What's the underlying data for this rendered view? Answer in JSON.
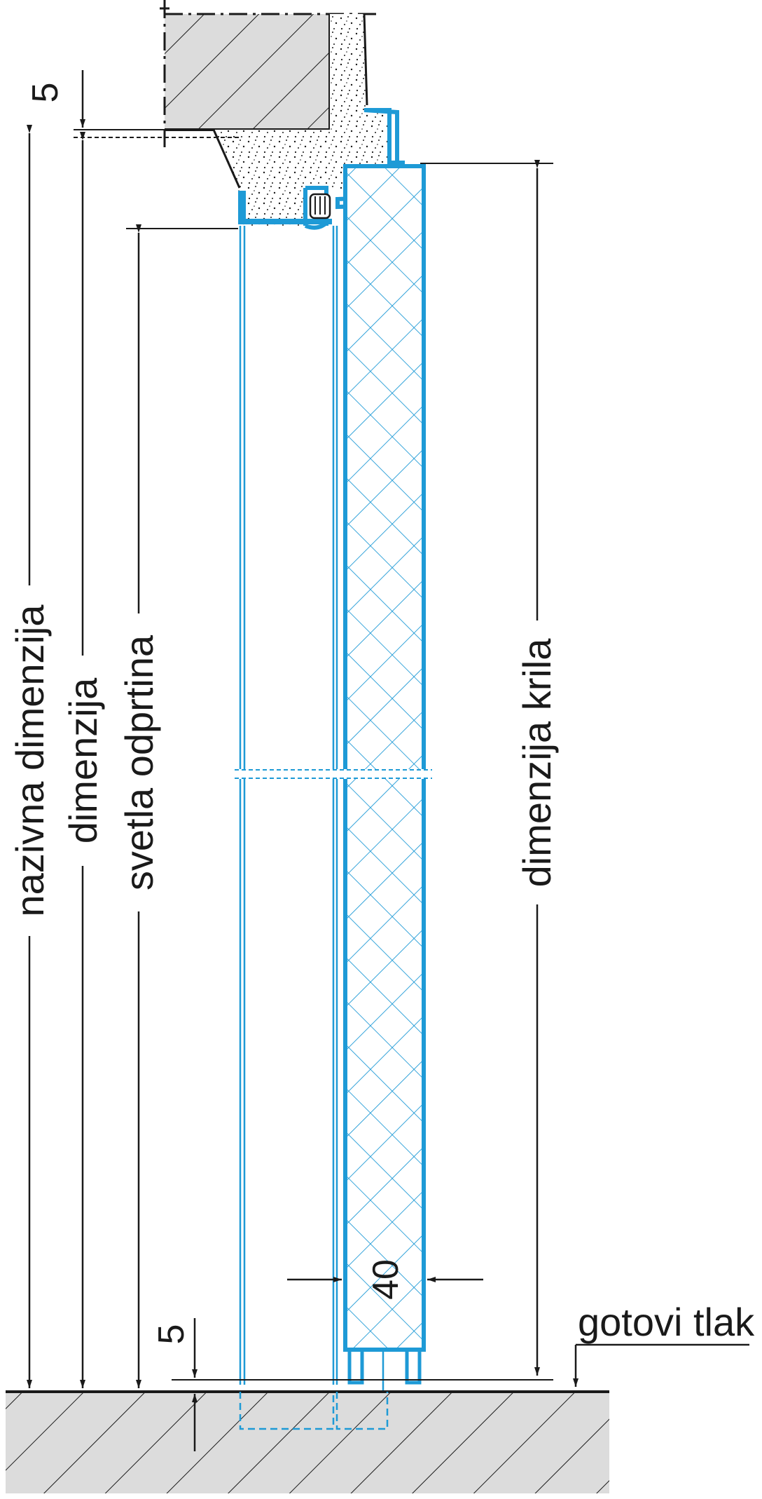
{
  "labels": {
    "nominal_dimension": "nazivna dimenzija",
    "dimension": "dimenzija",
    "clear_opening": "svetla odprtina",
    "leaf_dimension": "dimenzija krila",
    "finished_floor": "gotovi tlak"
  },
  "dimensions": {
    "top_gap": "5",
    "bottom_gap": "5",
    "leaf_thickness": "40"
  },
  "colors": {
    "profile": "#1e9ad6",
    "line": "#1a1a1a",
    "hatch_fill": "#dcdcdc"
  }
}
